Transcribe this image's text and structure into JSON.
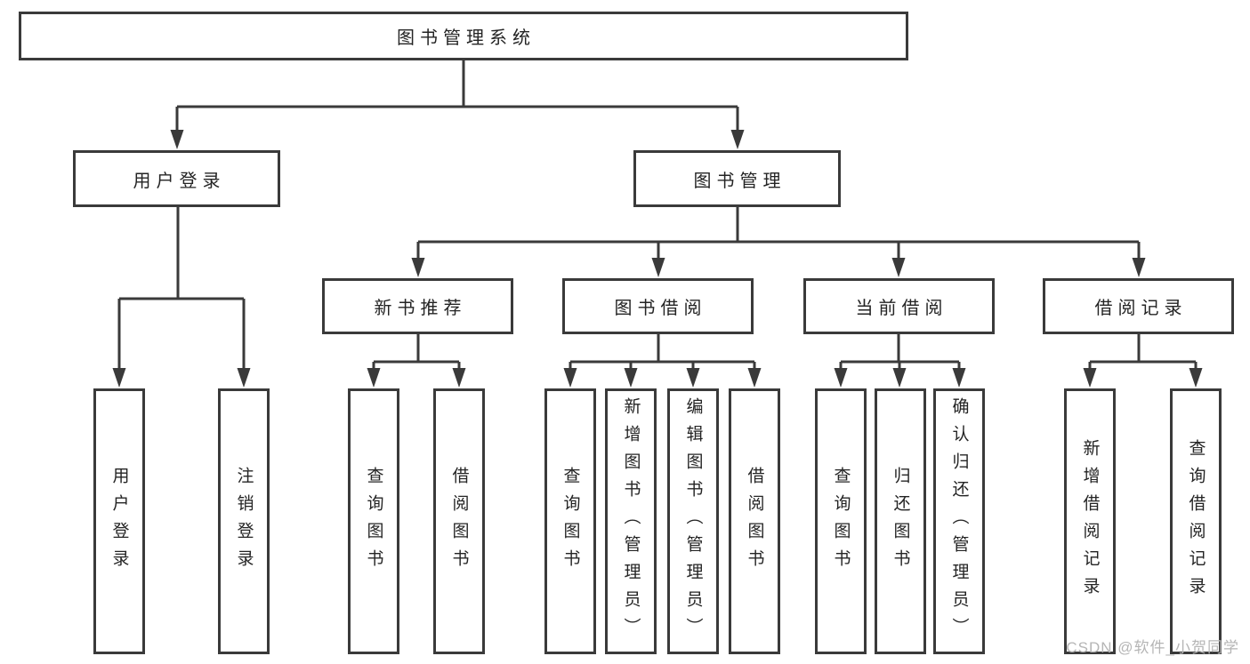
{
  "colors": {
    "line": "#3a3a3a",
    "box_border": "#3a3a3a",
    "text": "#242424",
    "background": "#ffffff",
    "watermark": "#b5b5b5"
  },
  "watermark": {
    "text": "CSDN @软件_小贺同学"
  },
  "tree": {
    "root": {
      "label": "图书管理系统"
    },
    "branches": [
      {
        "label": "用户登录",
        "children": [
          {
            "label": "用户登录"
          },
          {
            "label": "注销登录"
          }
        ]
      },
      {
        "label": "图书管理",
        "children": [
          {
            "label": "新书推荐",
            "children": [
              {
                "label": "查询图书"
              },
              {
                "label": "借阅图书"
              }
            ]
          },
          {
            "label": "图书借阅",
            "children": [
              {
                "label": "查询图书"
              },
              {
                "label": "新增图书（管理员）"
              },
              {
                "label": "编辑图书（管理员）"
              },
              {
                "label": "借阅图书"
              }
            ]
          },
          {
            "label": "当前借阅",
            "children": [
              {
                "label": "查询图书"
              },
              {
                "label": "归还图书"
              },
              {
                "label": "确认归还（管理员）"
              }
            ]
          },
          {
            "label": "借阅记录",
            "children": [
              {
                "label": "新增借阅记录"
              },
              {
                "label": "查询借阅记录"
              }
            ]
          }
        ]
      }
    ]
  }
}
